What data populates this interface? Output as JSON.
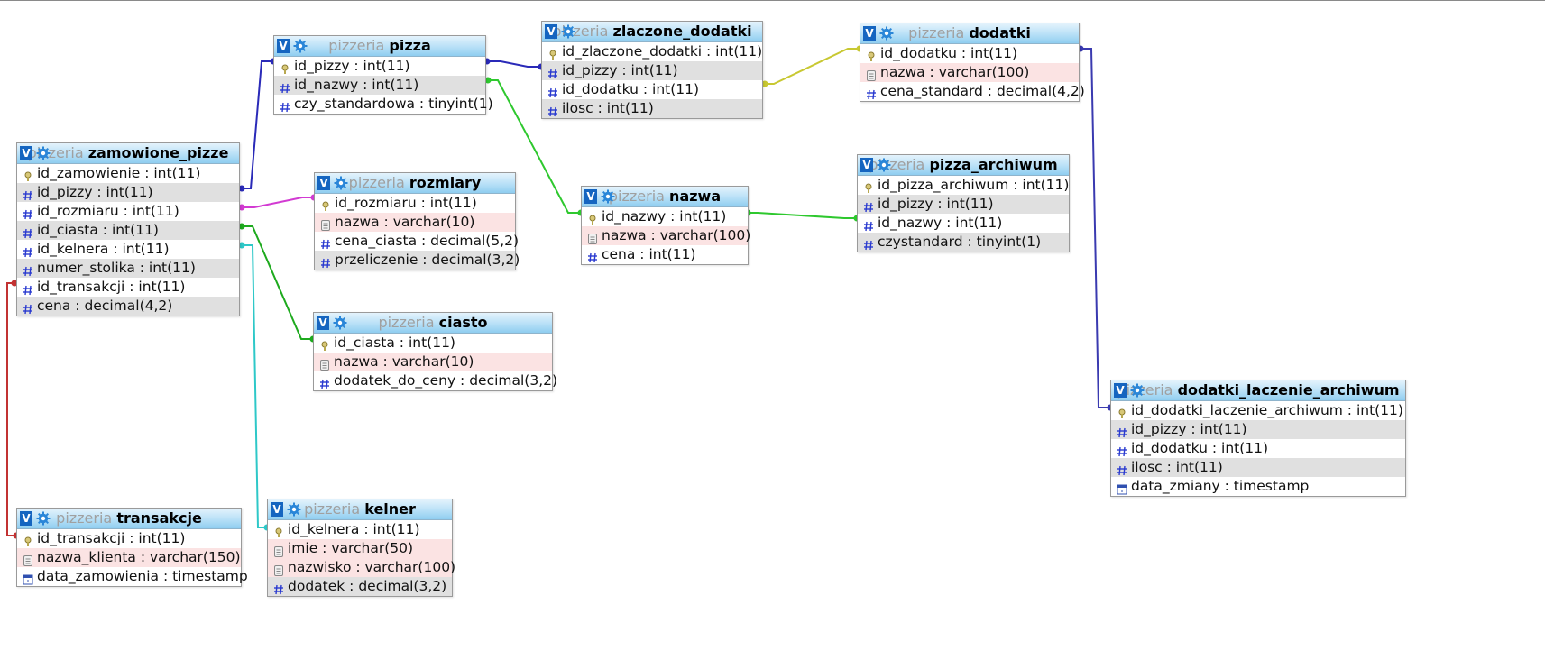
{
  "colors": {
    "pizza_link": "#2a2ab8",
    "rozmiar_link": "#d23ad2",
    "ciasto_link": "#1eaa1e",
    "kelner_link": "#2ec8c8",
    "transakcja_link": "#c23232",
    "dodatek_link": "#c8c832",
    "nazwa_link": "#2ec82e",
    "archiwum_link": "#3a3ab0"
  },
  "tables": [
    {
      "id": "pizza",
      "db": "pizzeria",
      "name": "pizza",
      "fields": [
        {
          "label": "id_pizzy : int(11)",
          "icon": "key"
        },
        {
          "label": "id_nazwy : int(11)",
          "icon": "hash"
        },
        {
          "label": "czy_standardowa : tinyint(1)",
          "icon": "hash"
        }
      ]
    },
    {
      "id": "zlaczone_dodatki",
      "db": "pizzeria",
      "name": "zlaczone_dodatki",
      "fields": [
        {
          "label": "id_zlaczone_dodatki : int(11)",
          "icon": "key"
        },
        {
          "label": "id_pizzy : int(11)",
          "icon": "hash"
        },
        {
          "label": "id_dodatku : int(11)",
          "icon": "hash"
        },
        {
          "label": "ilosc : int(11)",
          "icon": "hash"
        }
      ]
    },
    {
      "id": "dodatki",
      "db": "pizzeria",
      "name": "dodatki",
      "fields": [
        {
          "label": "id_dodatku : int(11)",
          "icon": "key"
        },
        {
          "label": "nazwa : varchar(100)",
          "icon": "text"
        },
        {
          "label": "cena_standard : decimal(4,2)",
          "icon": "hash"
        }
      ]
    },
    {
      "id": "zamowione_pizze",
      "db": "pizzeria",
      "name": "zamowione_pizze",
      "fields": [
        {
          "label": "id_zamowienie : int(11)",
          "icon": "key"
        },
        {
          "label": "id_pizzy : int(11)",
          "icon": "hash"
        },
        {
          "label": "id_rozmiaru : int(11)",
          "icon": "hash"
        },
        {
          "label": "id_ciasta : int(11)",
          "icon": "hash"
        },
        {
          "label": "id_kelnera : int(11)",
          "icon": "hash"
        },
        {
          "label": "numer_stolika : int(11)",
          "icon": "hash"
        },
        {
          "label": "id_transakcji : int(11)",
          "icon": "hash"
        },
        {
          "label": "cena : decimal(4,2)",
          "icon": "hash"
        }
      ]
    },
    {
      "id": "rozmiary",
      "db": "pizzeria",
      "name": "rozmiary",
      "fields": [
        {
          "label": "id_rozmiaru : int(11)",
          "icon": "key"
        },
        {
          "label": "nazwa : varchar(10)",
          "icon": "text"
        },
        {
          "label": "cena_ciasta : decimal(5,2)",
          "icon": "hash"
        },
        {
          "label": "przeliczenie : decimal(3,2)",
          "icon": "hash"
        }
      ]
    },
    {
      "id": "nazwa",
      "db": "pizzeria",
      "name": "nazwa",
      "fields": [
        {
          "label": "id_nazwy : int(11)",
          "icon": "key"
        },
        {
          "label": "nazwa : varchar(100)",
          "icon": "text"
        },
        {
          "label": "cena  : int(11)",
          "icon": "hash"
        }
      ]
    },
    {
      "id": "pizza_archiwum",
      "db": "pizzeria",
      "name": "pizza_archiwum",
      "fields": [
        {
          "label": "id_pizza_archiwum : int(11)",
          "icon": "key"
        },
        {
          "label": "id_pizzy : int(11)",
          "icon": "hash"
        },
        {
          "label": "id_nazwy : int(11)",
          "icon": "hash"
        },
        {
          "label": "czystandard : tinyint(1)",
          "icon": "hash"
        }
      ]
    },
    {
      "id": "ciasto",
      "db": "pizzeria",
      "name": "ciasto",
      "fields": [
        {
          "label": "id_ciasta : int(11)",
          "icon": "key"
        },
        {
          "label": "nazwa : varchar(10)",
          "icon": "text"
        },
        {
          "label": "dodatek_do_ceny : decimal(3,2)",
          "icon": "hash"
        }
      ]
    },
    {
      "id": "dodatki_laczenie_archiwum",
      "db": "pizzeria",
      "name": "dodatki_laczenie_archiwum",
      "fields": [
        {
          "label": "id_dodatki_laczenie_archiwum : int(11)",
          "icon": "key"
        },
        {
          "label": "id_pizzy : int(11)",
          "icon": "hash"
        },
        {
          "label": "id_dodatku : int(11)",
          "icon": "hash"
        },
        {
          "label": "ilosc : int(11)",
          "icon": "hash"
        },
        {
          "label": "data_zmiany : timestamp",
          "icon": "time"
        }
      ]
    },
    {
      "id": "transakcje",
      "db": "pizzeria",
      "name": "transakcje",
      "fields": [
        {
          "label": "id_transakcji : int(11)",
          "icon": "key"
        },
        {
          "label": "nazwa_klienta : varchar(150)",
          "icon": "text"
        },
        {
          "label": "data_zamowienia : timestamp",
          "icon": "time"
        }
      ]
    },
    {
      "id": "kelner",
      "db": "pizzeria",
      "name": "kelner",
      "fields": [
        {
          "label": "id_kelnera : int(11)",
          "icon": "key"
        },
        {
          "label": "imie : varchar(50)",
          "icon": "text"
        },
        {
          "label": "nazwisko : varchar(100)",
          "icon": "text"
        },
        {
          "label": "dodatek : decimal(3,2)",
          "icon": "hash"
        }
      ]
    }
  ]
}
